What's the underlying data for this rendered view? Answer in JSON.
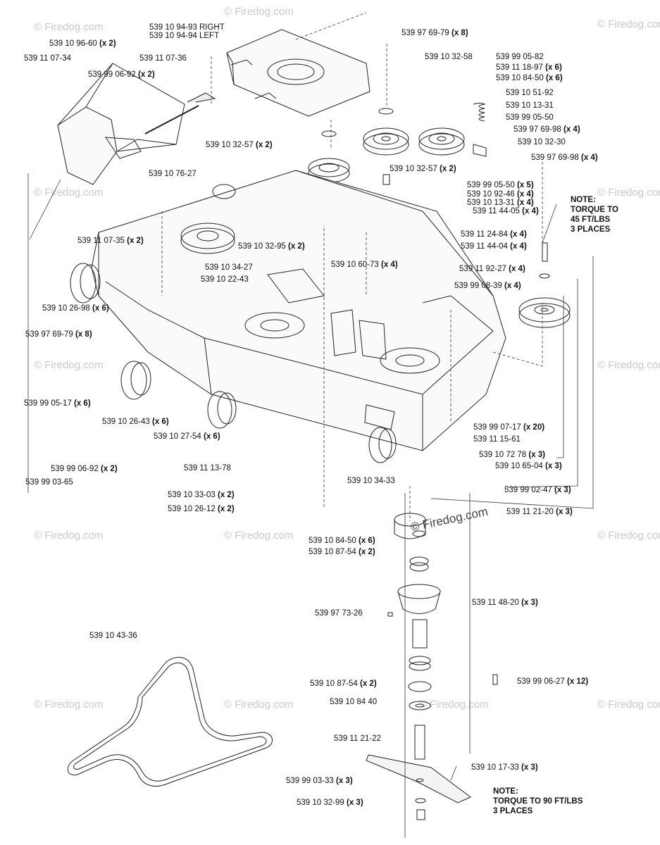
{
  "watermark": {
    "repeat_text": "© Firedog.com",
    "center_text": "© Firedog.com"
  },
  "labels": [
    {
      "part": "539 10 94-93 RIGHT"
    },
    {
      "part": "539 10 94-94 LEFT"
    },
    {
      "part": "539 10 96-60",
      "qty": "(x 2)"
    },
    {
      "part": "539 11 07-34"
    },
    {
      "part": "539 11 07-36"
    },
    {
      "part": "539 99 06-92",
      "qty": "(x 2)"
    },
    {
      "part": "539 97 69-79",
      "qty": "(x 8)"
    },
    {
      "part": "539 10 32-58"
    },
    {
      "part": "539 99 05-82"
    },
    {
      "part": "539 11 18-97",
      "qty": "(x 6)"
    },
    {
      "part": "539 10 84-50",
      "qty": "(x 6)"
    },
    {
      "part": "539 10 51-92"
    },
    {
      "part": "539 10 13-31"
    },
    {
      "part": "539 99 05-50"
    },
    {
      "part": "539 97 69-98",
      "qty": "(x 4)"
    },
    {
      "part": "539 10 32-30"
    },
    {
      "part": "539 10 32-57",
      "qty": "(x 2)"
    },
    {
      "part": "539 10 32-57",
      "qty": "(x 2)"
    },
    {
      "part": "539 97 69-98",
      "qty": "(x 4)"
    },
    {
      "part": "539 10 76-27"
    },
    {
      "part": "539 99 05-50",
      "qty": "(x 5)"
    },
    {
      "part": "539 10 92-46",
      "qty": "(x 4)"
    },
    {
      "part": "539 10 13-31",
      "qty": "(x 4)"
    },
    {
      "part": "539 11 44-05",
      "qty": "(x 4)"
    },
    {
      "part": "539 11 24-84",
      "qty": "(x 4)"
    },
    {
      "part": "539 11 44-04",
      "qty": "(x 4)"
    },
    {
      "part": "539 11 07-35",
      "qty": "(x 2)"
    },
    {
      "part": "539 10 32-95",
      "qty": "(x 2)"
    },
    {
      "part": "539 10 60-73",
      "qty": "(x 4)"
    },
    {
      "part": "539 11 92-27",
      "qty": "(x 4)"
    },
    {
      "part": "539 10 34-27"
    },
    {
      "part": "539 10 22-43"
    },
    {
      "part": "539 99 08-39",
      "qty": "(x 4)"
    },
    {
      "part": "539 10 26-98",
      "qty": "(x 6)"
    },
    {
      "part": "539 97 69-79",
      "qty": "(x 8)"
    },
    {
      "part": "539 99 05-17",
      "qty": "(x 6)"
    },
    {
      "part": "539 10 26-43",
      "qty": "(x 6)"
    },
    {
      "part": "539 10 27-54",
      "qty": "(x 6)"
    },
    {
      "part": "539 99 07-17",
      "qty": "(x 20)"
    },
    {
      "part": "539 11 15-61"
    },
    {
      "part": "539 10 72 78",
      "qty": "(x 3)"
    },
    {
      "part": "539 10 65-04",
      "qty": "(x 3)"
    },
    {
      "part": "539 99 06-92",
      "qty": "(x 2)"
    },
    {
      "part": "539 11 13-78"
    },
    {
      "part": "539 10 34-33"
    },
    {
      "part": "539 99 03-65"
    },
    {
      "part": "539 10 33-03",
      "qty": "(x 2)"
    },
    {
      "part": "539 99 02-47",
      "qty": "(x 3)"
    },
    {
      "part": "539 10 26-12",
      "qty": "(x 2)"
    },
    {
      "part": "539 11 21-20",
      "qty": "(x 3)"
    },
    {
      "part": "539 10 84-50",
      "qty": "(x 6)"
    },
    {
      "part": "539 10 87-54",
      "qty": "(x 2)"
    },
    {
      "part": "539 11 48-20",
      "qty": "(x 3)"
    },
    {
      "part": "539 97 73-26"
    },
    {
      "part": "539 10 43-36"
    },
    {
      "part": "539 99 06-27",
      "qty": "(x 12)"
    },
    {
      "part": "539 10 87-54",
      "qty": "(x 2)"
    },
    {
      "part": "539 10 84 40"
    },
    {
      "part": "539 11 21-22"
    },
    {
      "part": "539 10 17-33",
      "qty": "(x 3)"
    },
    {
      "part": "539 99 03-33",
      "qty": "(x 3)"
    },
    {
      "part": "539 10 32-99",
      "qty": "(x 3)"
    }
  ],
  "notes": [
    {
      "lines": [
        "NOTE:",
        "TORQUE TO",
        "45 FT/LBS",
        "3 PLACES"
      ]
    },
    {
      "lines": [
        "NOTE:",
        "TORQUE TO 90 FT/LBS",
        "3 PLACES"
      ]
    }
  ]
}
